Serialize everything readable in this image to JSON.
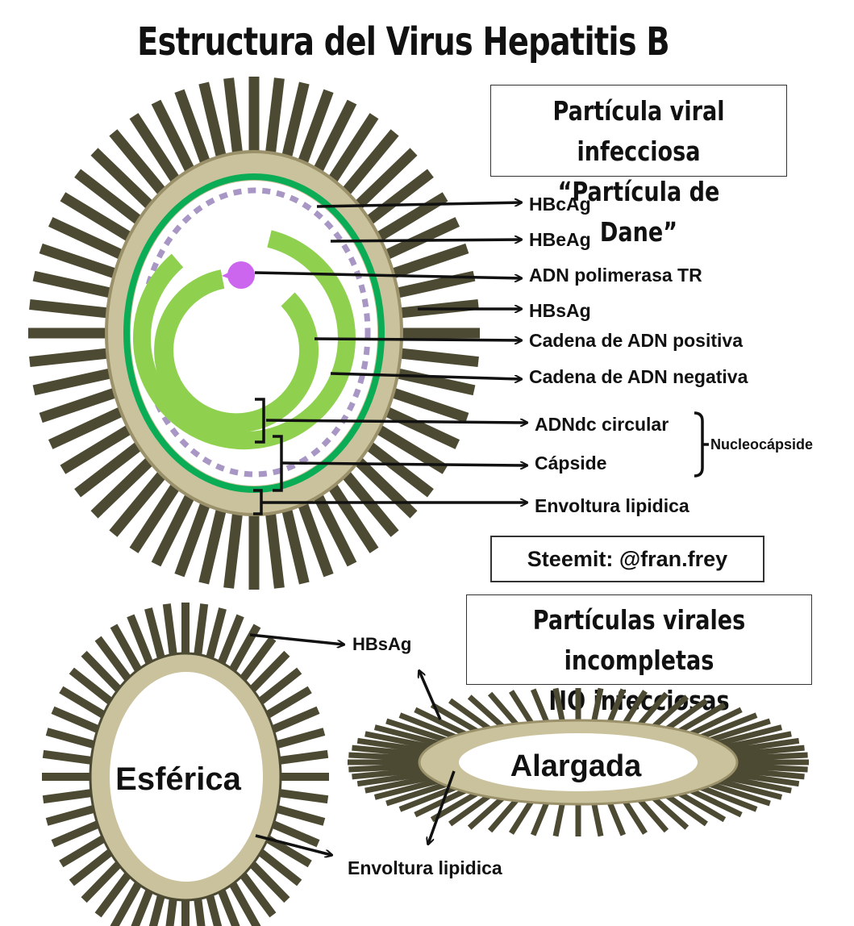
{
  "title": "Estructura del Virus Hepatitis B",
  "dane_box": {
    "line1": "Partícula viral infecciosa",
    "line2": "“Partícula de Dane”"
  },
  "labels": {
    "hbcag": "HBcAg",
    "hbeag": "HBeAg",
    "polimerasa": "ADN polimerasa TR",
    "hbsag": "HBsAg",
    "cadena_positiva": "Cadena de ADN positiva",
    "cadena_negativa": "Cadena de ADN negativa",
    "adndc": "ADNdc circular",
    "capside": "Cápside",
    "envoltura": "Envoltura lipidica",
    "nucleocapside": "Nucleocápside"
  },
  "credit": "Steemit: @fran.frey",
  "incomplete_box": {
    "line1": "Partículas virales incompletas",
    "line2": "NO infecciosas"
  },
  "bottom": {
    "hbsag": "HBsAg",
    "esferica": "Esférica",
    "alargada": "Alargada",
    "envoltura": "Envoltura lipidica"
  },
  "colors": {
    "spike": "#4d4a33",
    "envelope": "#c9c29c",
    "envelope_edge": "#9a9069",
    "capsid_green": "#0aac55",
    "dna_green": "#8fd14f",
    "dotted": "#a896c4",
    "polymerase": "#cc66ee"
  },
  "icons": [
    "arrow-icon"
  ]
}
